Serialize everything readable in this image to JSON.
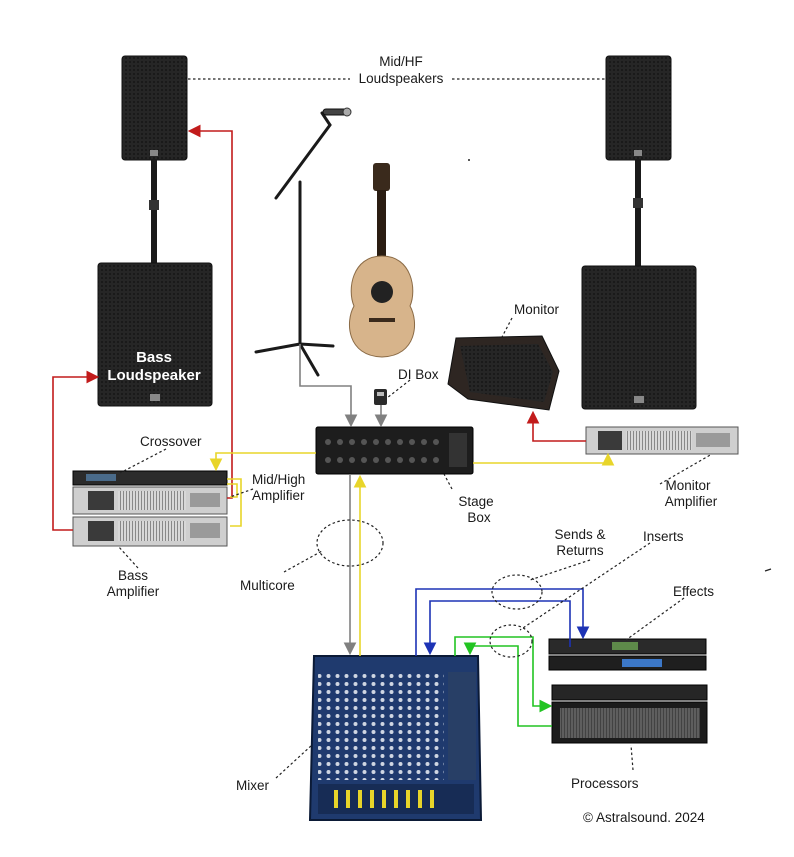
{
  "labels": {
    "midhf_line1": "Mid/HF",
    "midhf_line2": "Loudspeakers",
    "bass_line1": "Bass",
    "bass_line2": "Loudspeaker",
    "monitor": "Monitor",
    "di_box": "DI Box",
    "crossover": "Crossover",
    "midhigh_line1": "Mid/High",
    "midhigh_line2": "Amplifier",
    "stage_line1": "Stage",
    "stage_line2": "Box",
    "monitor_amp_line1": "Monitor",
    "monitor_amp_line2": "Amplifier",
    "sends_line1": "Sends &",
    "sends_line2": "Returns",
    "inserts": "Inserts",
    "effects": "Effects",
    "bass_amp_line1": "Bass",
    "bass_amp_line2": "Amplifier",
    "multicore": "Multicore",
    "processors": "Processors",
    "mixer": "Mixer",
    "copyright": "© Astralsound. 2024"
  },
  "colors": {
    "speaker_cabinet": "#1c1c1c",
    "speaker_grille": "#2c2c2c",
    "guitar_body": "#d7b48b",
    "mixer_body": "#1f3a6e",
    "amp_body": "#cfcfcf",
    "wire_red": "#c21b1b",
    "wire_yellow": "#e8d52a",
    "wire_gray": "#808080",
    "wire_blue": "#1d33b5",
    "wire_green": "#22c422"
  }
}
